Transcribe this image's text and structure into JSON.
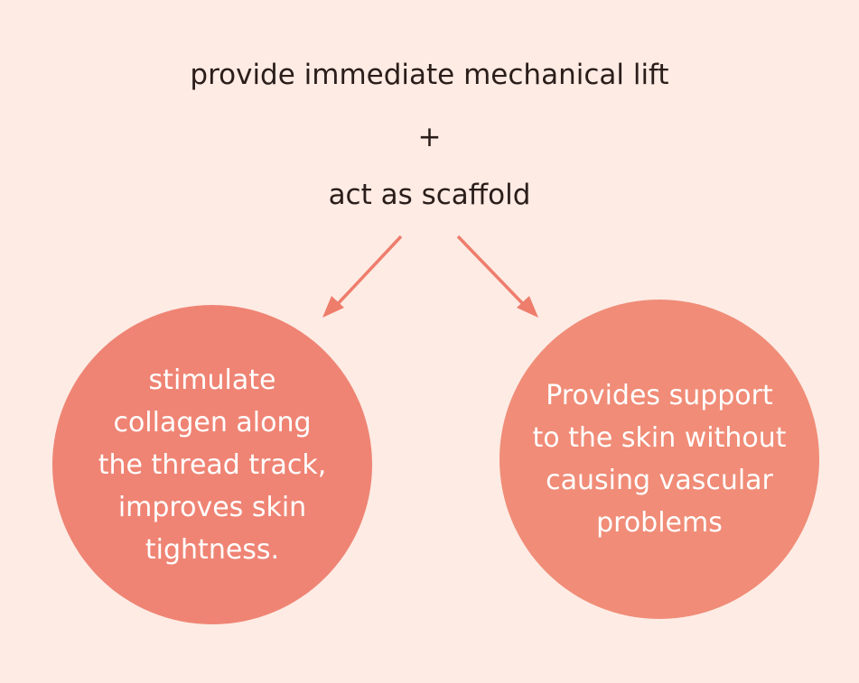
{
  "top": {
    "line1": "provide immediate mechanical lift",
    "plus": "+",
    "line2": "act as scaffold"
  },
  "circles": {
    "left": "stimulate\ncollagen along\nthe thread track,\nimproves skin\ntightness.",
    "right": "Provides support\nto the skin without\ncausing vascular\nproblems"
  },
  "colors": {
    "background": "#fdebe4",
    "circle_left": "#ef8474",
    "circle_right": "#f08c77",
    "arrow": "#ee7d6c",
    "text_dark": "#2a1d1a"
  }
}
